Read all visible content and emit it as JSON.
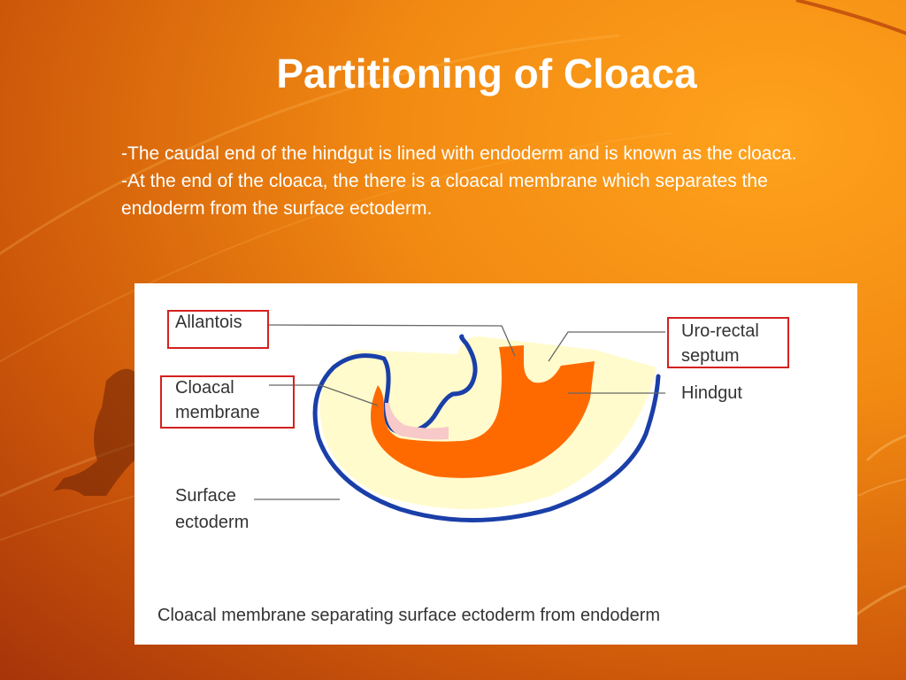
{
  "slide": {
    "title": "Partitioning of Cloaca",
    "paragraphs": [
      "-The caudal end of the hindgut is lined with endoderm and is known as the cloaca.",
      "-At the end of the cloaca, the there is a cloacal membrane which separates the endoderm from the surface ectoderm."
    ]
  },
  "figure": {
    "labels": {
      "allantois": "Allantois",
      "cloacal_membrane_line1": "Cloacal",
      "cloacal_membrane_line2": "membrane",
      "surface_ectoderm_line1": "Surface",
      "surface_ectoderm_line2": "ectoderm",
      "urorectal_septum_line1": "Uro-rectal",
      "urorectal_septum_line2": "septum",
      "hindgut": "Hindgut"
    },
    "caption": "Cloacal membrane separating surface ectoderm from endoderm",
    "colors": {
      "ectoderm_outline": "#1a3fa8",
      "mesoderm_fill": "#fffbcc",
      "endoderm_fill": "#ff6a00",
      "membrane_fill": "#f7c9c9",
      "label_box_border": "#d4211f"
    }
  }
}
